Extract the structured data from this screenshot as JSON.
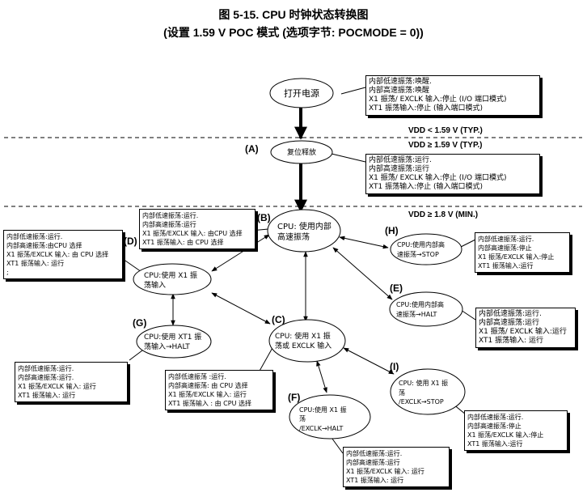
{
  "title": {
    "line1": "图 5-15.   CPU 时钟状态转换图",
    "line2": "(设置 1.59 V POC 模式 (选项字节: POCMODE = 0))"
  },
  "thresholds": {
    "vdd1": "VDD < 1.59 V (TYP.)",
    "vdd2": "VDD ≥ 1.59 V (TYP.)",
    "vdd3": "VDD ≥ 1.8 V (MIN.)"
  },
  "nodes": {
    "power_on": {
      "text": "打开电源"
    },
    "reset": {
      "label": "(A)",
      "text": "复位释放"
    },
    "B": {
      "label": "(B)",
      "lines": [
        "CPU: 使用内部",
        "高速振荡"
      ]
    },
    "D": {
      "label": "(D)",
      "lines": [
        "CPU:使用 X1 振",
        "荡输入"
      ]
    },
    "G": {
      "label": "(G)",
      "lines": [
        "CPU:使用 XT1 振",
        "荡输入→HALT"
      ]
    },
    "C": {
      "label": "(C)",
      "lines": [
        "CPU: 使用 X1 振",
        "荡或 EXCLK 输入"
      ]
    },
    "H": {
      "label": "(H)",
      "lines": [
        "CPU:使用内部高",
        "速振荡→STOP"
      ]
    },
    "E": {
      "label": "(E)",
      "lines": [
        "CPU:使用内部高",
        "速振荡→HALT"
      ]
    },
    "I": {
      "label": "(I)",
      "lines": [
        "CPU: 使用 X1 振",
        "荡",
        "/EXCLK→STOP"
      ]
    },
    "F": {
      "label": "(F)",
      "lines": [
        "CPU:使用 X1 振",
        "荡",
        "/EXCLK→HALT"
      ]
    }
  },
  "notes": {
    "power_on": [
      "内部低速振荡:唤醒.",
      "内部高速振荡:唤醒",
      "X1 振荡/ EXCLK 输入:停止 (I/O 端口模式)",
      "XT1 振荡输入:停止 (输入端口模式)"
    ],
    "reset": [
      "内部低速振荡:运行.",
      "内部高速振荡:运行",
      "X1 振荡/ EXCLK 输入:停止 (I/O 端口模式)",
      "XT1 振荡输入:停止 (输入端口模式)"
    ],
    "B": [
      "内部低速振荡:运行.",
      "内部高速振荡:运行",
      "X1 振荡/EXCLK 输入: 由CPU 选择",
      "XT1 振荡输入:  由 CPU 选择"
    ],
    "D": [
      "内部低速振荡:运行.",
      "内部高速振荡:由CPU 选择",
      "X1 振荡/EXCLK 输入: 由 CPU 选择",
      "XT1 振荡输入:  运行",
      ";"
    ],
    "H": [
      "内部低速振荡:运行.",
      "内部高速振荡:停止",
      "X1 振荡/EXCLK 输入:停止",
      "XT1 振荡输入:运行"
    ],
    "E": [
      "内部低速振荡:运行.",
      "内部高速振荡:运行",
      "X1 振荡/ EXCLK 输入:运行",
      "XT1 振荡输入: 运行"
    ],
    "G": [
      "内部低速振荡:运行.",
      "内部高速振荡:运行.",
      "X1 振荡/EXCLK 输入:  运行",
      "XT1 振荡输入:  运行"
    ],
    "C": [
      "内部低速振荡 :运行.",
      "内部高速振荡: 由 CPU 选择",
      "X1 振荡/EXCLK 输入: 运行",
      "XT1 振荡输入 : 由 CPU 选择"
    ],
    "I": [
      "内部低速振荡:运行.",
      "内部高速振荡:停止",
      "X1 振荡/EXCLK 输入:停止",
      "XT1 振荡输入:运行"
    ],
    "F": [
      "内部低速振荡:运行.",
      "内部高速振荡:运行",
      "X1 振荡/EXCLK 输入:  运行",
      "XT1 振荡输入:  运行"
    ]
  }
}
